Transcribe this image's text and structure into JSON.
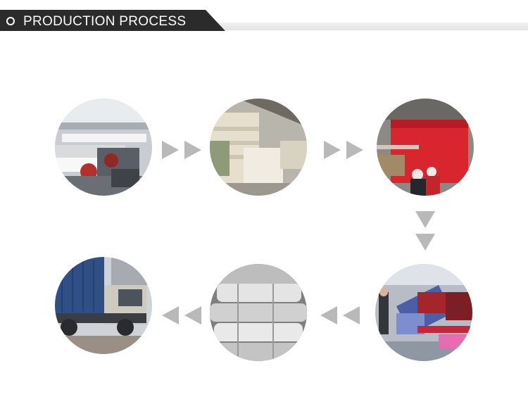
{
  "header": {
    "title": "PRODUCTION PROCESS"
  },
  "colors": {
    "banner": "#2b2b2b",
    "arrow": "#b9b9b9"
  },
  "steps": [
    {
      "icon": "weaving-loom-photo"
    },
    {
      "icon": "fabric-rolls-storage-photo"
    },
    {
      "icon": "red-fabric-dyeing-photo"
    },
    {
      "icon": "fabric-inspection-machine-photo"
    },
    {
      "icon": "packed-bales-photo"
    },
    {
      "icon": "container-truck-photo"
    }
  ]
}
